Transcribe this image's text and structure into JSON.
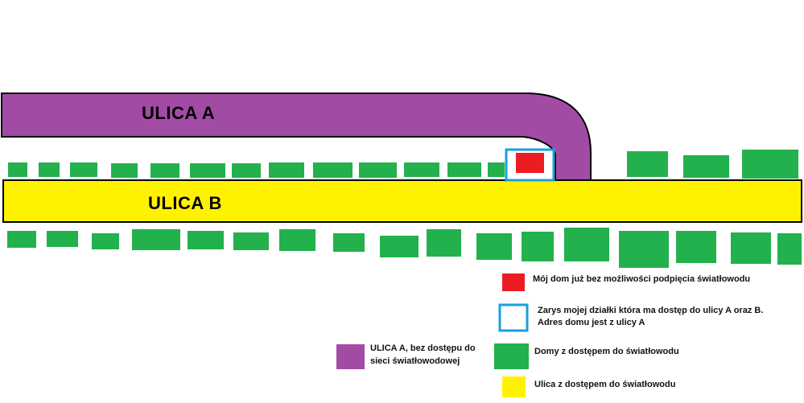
{
  "streets": {
    "street_a": {
      "label": "ULICA A",
      "color": "#a24ba4"
    },
    "street_b": {
      "label": "ULICA B",
      "color": "#fff200"
    }
  },
  "colors": {
    "house_fiber": "#22b14c",
    "my_house": "#ed1c24",
    "plot_outline": "#1a9fe0",
    "outline": "#000000"
  },
  "legend": {
    "my_house": "Mój dom już bez możliwości podpięcia światłowodu",
    "plot_line1": "Zarys mojej działki która ma dostęp do ulicy A oraz B.",
    "plot_line2": "Adres domu jest z ulicy A",
    "houses": "Domy z dostępem do światłowodu",
    "street_b": "Ulica z dostępem do światłowodu",
    "street_a_line1": "ULICA A, bez dostępu do",
    "street_a_line2": "sieci światłowodowej"
  }
}
